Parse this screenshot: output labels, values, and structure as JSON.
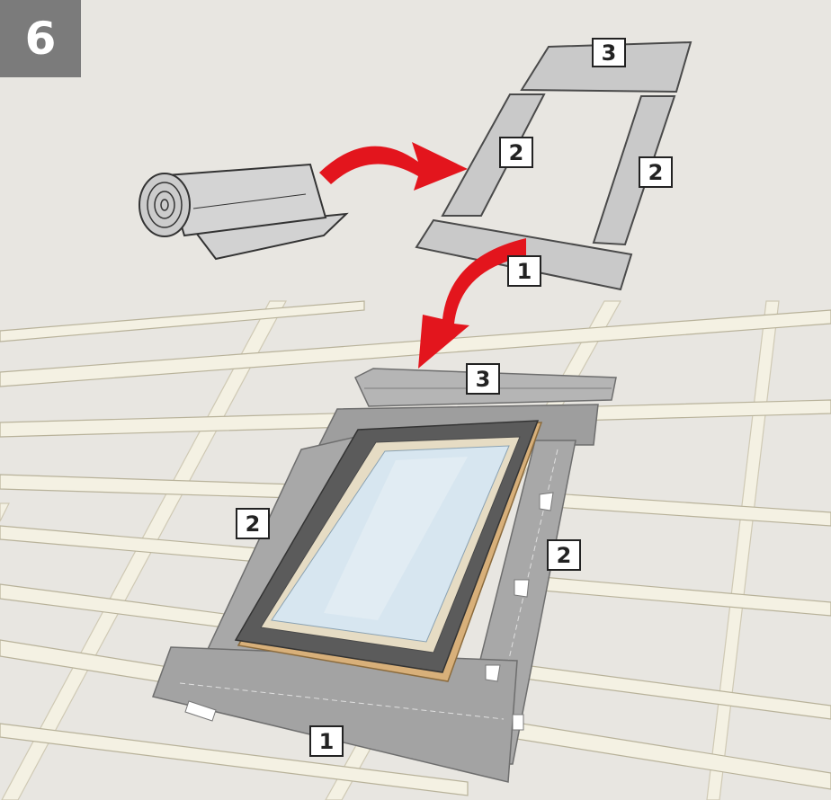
{
  "step": {
    "number": "6"
  },
  "labels": {
    "strip_top": "3",
    "strip_left": "2",
    "strip_right": "2",
    "strip_bottom": "1",
    "installed_top": "3",
    "installed_left": "2",
    "installed_right": "2",
    "installed_bottom": "1"
  },
  "colors": {
    "background": "#e8e6e1",
    "badge": "#7b7b7b",
    "arrow": "#e3151d",
    "batten": "#f2eedc",
    "membrane": "#b9b9b9",
    "frame": "#5a5a5a",
    "glass": "#d7e6f0",
    "wood": "#d8b07a"
  }
}
